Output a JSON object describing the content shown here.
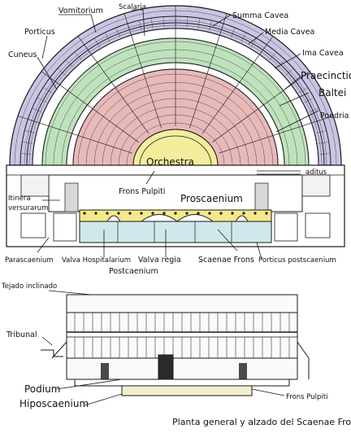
{
  "labels": {
    "vomitorium": "Vomitorium",
    "scalaria": "Scalaria",
    "summa_cavea": "Summa Cavea",
    "porticus": "Porticus",
    "media_cavea": "Media Cavea",
    "cuneus": "Cuneus",
    "ima_cavea": "Ima Cavea",
    "praecinctios": "Praecinctios",
    "baltei": "Baltei",
    "podria": "Poedria",
    "orchestra": "Orchestra",
    "aditus": "aditus",
    "frons_pulpiti_top": "Frons Pulpiti",
    "itinera": "Itinera",
    "versurarum": "versurarum",
    "proscaenium": "Proscaenium",
    "parascaenium": "Parascaenium",
    "valva_hospitalarium": "Valva Hospitalarium",
    "valva_regia": "Valva regia",
    "scaenae_frons": "Scaenae Frons",
    "porticus_postscaenium": "Porticus postscaenium",
    "postcaenium": "Postcaenium",
    "tejado_inclinado": "Tejado inclinado",
    "tribunal": "Tribunal",
    "podium": "Podium",
    "hiposcaenium": "Hiposcaenium",
    "frons_pulpiti_bottom": "Frons Pulpiti"
  },
  "caption": "Planta general y alzado del Scaenae Frons",
  "colors": {
    "outer_ring": "#c9c6e4",
    "middle_ring": "#bfe2bd",
    "inner_ring": "#e8b9b9",
    "orchestra": "#f3ed9c",
    "stage_front": "#f4e98a",
    "postscaenium": "#cfe7ea"
  }
}
